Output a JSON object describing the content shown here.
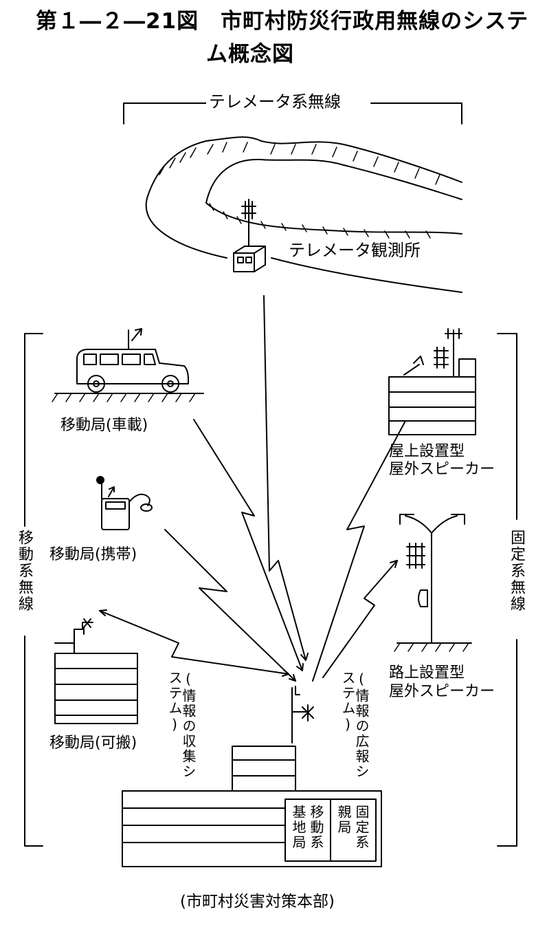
{
  "figure": {
    "title_line1": "第１―２―21図　市町村防災行政用無線のシステ",
    "title_line2": "ム概念図"
  },
  "labels": {
    "telemeter_system": "テレメータ系無線",
    "telemeter_station": "テレメータ観測所",
    "mobile_system": "移動系無線",
    "fixed_system": "固定系無線",
    "mobile_vehicle": "移動局(車載)",
    "mobile_handheld": "移動局(携帯)",
    "mobile_portable": "移動局(可搬)",
    "rooftop_speaker_1": "屋上設置型",
    "rooftop_speaker_2": "屋外スピーカー",
    "street_speaker_1": "路上設置型",
    "street_speaker_2": "屋外スピーカー",
    "collection_system": "(情報の収集システム)",
    "broadcast_system": "(情報の広報システム)",
    "base_mobile": "基地局",
    "base_mobile_col2": "移動系",
    "parent_fixed": "親局",
    "parent_fixed_col2": "固定系",
    "hq": "(市町村災害対策本部)"
  }
}
